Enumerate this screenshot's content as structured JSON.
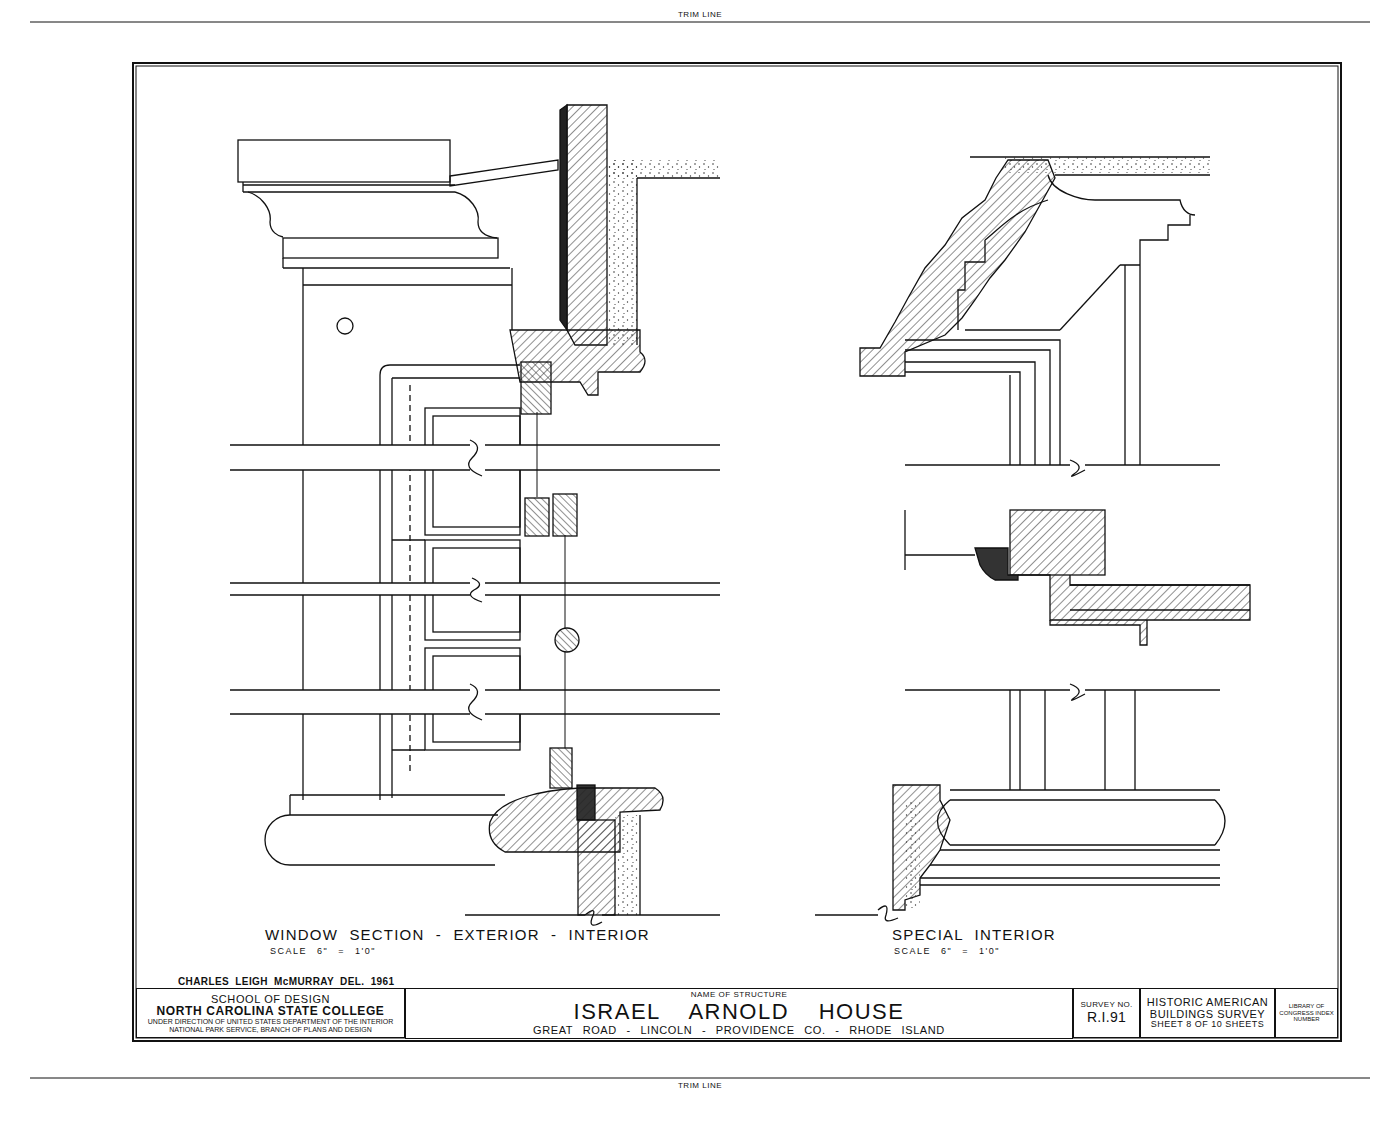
{
  "diagram": {
    "nodes": [
      {
        "text": [
          "SCHOOL OF DESIGN",
          "NORTH CAROLINA STATE COLLEGE",
          "UNDER DIRECTION OF UNITED STATES DEPARTMENT OF THE INTERIOR",
          "NATIONAL PARK SERVICE, BRANCH OF PLANS AND DESIGN"
        ]
      },
      {
        "text": [
          "NAME OF STRUCTURE",
          "ISRAEL ARNOLD HOUSE",
          "GREAT ROAD - LINCOLN - PROVIDENCE CO. - RHODE ISLAND"
        ]
      },
      {
        "text": [
          "SURVEY NO.",
          "R.I.91"
        ]
      },
      {
        "text": [
          "HISTORIC AMERICAN BUILDINGS SURVEY",
          "SHEET 8 OF 10 SHEETS"
        ]
      },
      {
        "text": [
          "LIBRARY OF CONGRESS INDEX NUMBER"
        ]
      }
    ],
    "labels": [
      "TRIM LINE",
      "TRIM LINE",
      "WINDOW SECTION - EXTERIOR - INTERIOR",
      "SCALE 6\" = 1'0\"",
      "SPECIAL INTERIOR",
      "SCALE 6\" = 1'0\"",
      "CHARLES LEIGH McMURRAY DEL. 1961"
    ]
  }
}
